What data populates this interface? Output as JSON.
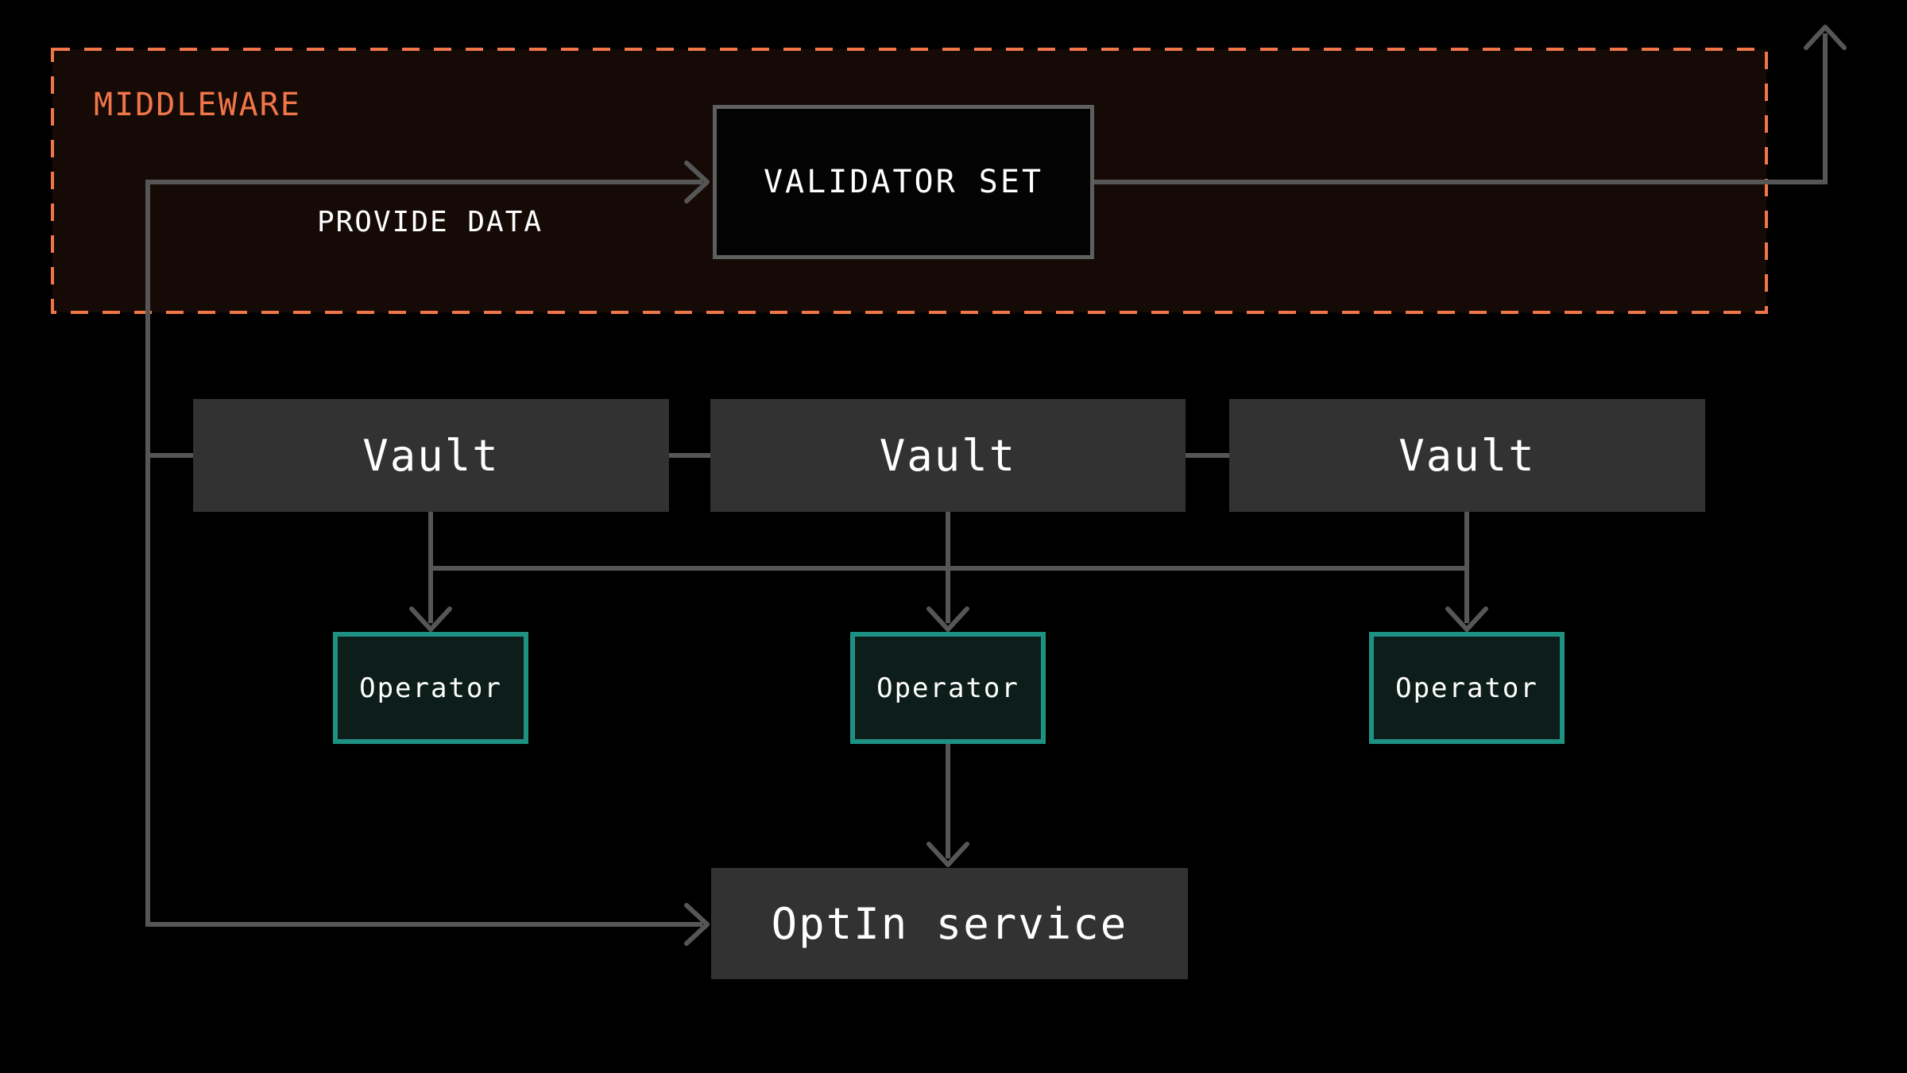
{
  "colors": {
    "background": "#000000",
    "middleware_accent": "#f0764a",
    "middleware_bg": "#150a06",
    "line": "#565656",
    "box_gray": "#323232",
    "validator_border": "#5f5f5f",
    "operator_border": "#1f9183",
    "operator_bg": "#0d1e1a",
    "text": "#ffffff"
  },
  "middleware": {
    "label": "MIDDLEWARE"
  },
  "nodes": {
    "validator_set": {
      "label": "VALIDATOR SET"
    },
    "vaults": [
      {
        "label": "Vault"
      },
      {
        "label": "Vault"
      },
      {
        "label": "Vault"
      }
    ],
    "operators": [
      {
        "label": "Operator"
      },
      {
        "label": "Operator"
      },
      {
        "label": "Operator"
      }
    ],
    "optin_service": {
      "label": "OptIn service"
    }
  },
  "edges": {
    "provide_data": {
      "from": "left-trunk",
      "to": "validator-set",
      "type": "arrow",
      "label": "PROVIDE DATA"
    },
    "validator_out": {
      "from": "validator-set",
      "to": "top-right-exit",
      "type": "arrow"
    },
    "trunk_to_vault1": {
      "from": "left-trunk",
      "to": "vault-1",
      "type": "line"
    },
    "vault1_vault2": {
      "from": "vault-1",
      "to": "vault-2",
      "type": "line"
    },
    "vault2_vault3": {
      "from": "vault-2",
      "to": "vault-3",
      "type": "line"
    },
    "vault1_operator1": {
      "from": "vault-1",
      "to": "operator-1",
      "type": "arrow"
    },
    "vault2_operator2": {
      "from": "vault-2",
      "to": "operator-2",
      "type": "arrow"
    },
    "vault3_operator3": {
      "from": "vault-3",
      "to": "operator-3",
      "type": "arrow"
    },
    "vault_bus": {
      "from": "vault-1-drop",
      "to": "vault-3-drop",
      "type": "line"
    },
    "operator2_optin": {
      "from": "operator-2",
      "to": "optin-service",
      "type": "arrow"
    },
    "trunk_to_optin": {
      "from": "left-trunk",
      "to": "optin-service",
      "type": "arrow"
    }
  }
}
